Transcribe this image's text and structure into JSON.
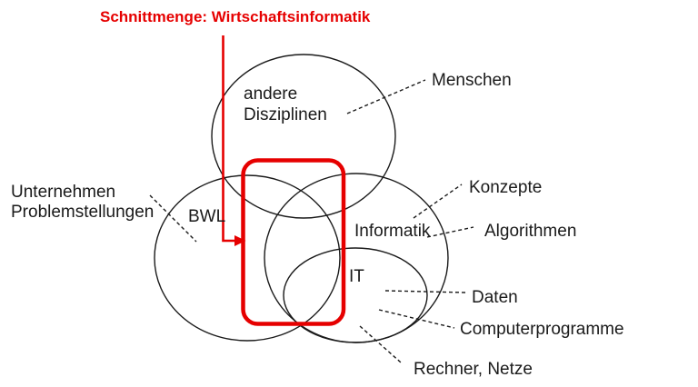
{
  "title": "Schnittmenge: Wirtschaftsinformatik",
  "colors": {
    "accent": "#e60000",
    "ink": "#1a1a1a"
  },
  "venn": {
    "andere": {
      "line1": "andere",
      "line2": "Disziplinen"
    },
    "bwl": "BWL",
    "informatik": "Informatik",
    "it": "IT"
  },
  "callouts": {
    "menschen": "Menschen",
    "unternehmen_line1": "Unternehmen",
    "unternehmen_line2": "Problemstellungen",
    "konzepte": "Konzepte",
    "algorithmen": "Algorithmen",
    "daten": "Daten",
    "computerprogramme": "Computerprogramme",
    "rechner_netze": "Rechner, Netze"
  }
}
